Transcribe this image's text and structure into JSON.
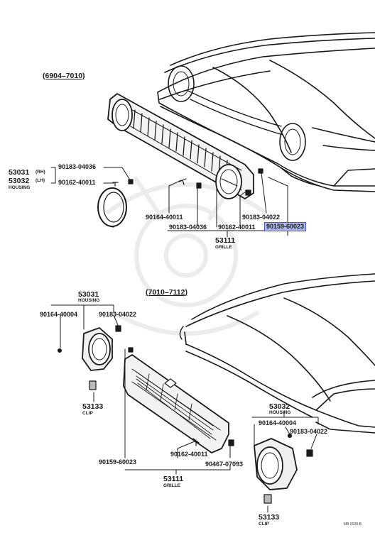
{
  "labels": {
    "period_top": "(6904–7010)",
    "period_bottom": "(7010–7112)",
    "p53031_top": "53031",
    "p53032_top": "53032",
    "rh": "(RH)",
    "lh": "(LH)",
    "housing": "HOUSING",
    "grille": "GRILLE",
    "clip": "CLIP",
    "p53031": "53031",
    "p53032": "53032",
    "p53111": "53111",
    "p53133": "53133",
    "p90183_04036": "90183-04036",
    "p90162_40011": "90162-40011",
    "p90164_40011": "90164-40011",
    "p90183_04022": "90183-04022",
    "p90159_60023": "90159-60023",
    "p90164_40004": "90164-40004",
    "p90467_07093": "90467-07093",
    "diagram_code": "MB 0028-B"
  },
  "colors": {
    "highlight_fill": "#aeb9ea",
    "highlight_border": "#4a56c0",
    "line": "#1a1a1a"
  }
}
